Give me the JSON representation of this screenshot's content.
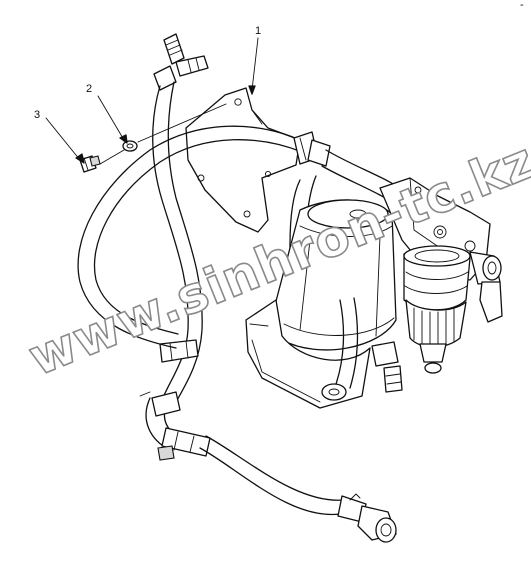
{
  "callouts": [
    {
      "id": "1",
      "label": "1"
    },
    {
      "id": "2",
      "label": "2"
    },
    {
      "id": "3",
      "label": "3"
    }
  ],
  "watermark": "www.sinhron-tc.kz",
  "corner_mark": "-"
}
